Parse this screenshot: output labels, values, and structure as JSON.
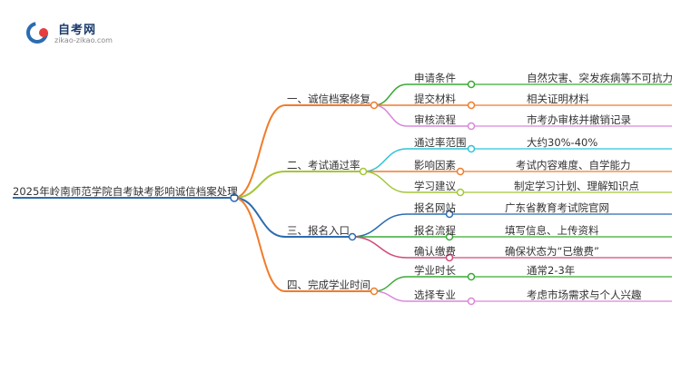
{
  "brand": {
    "name": "自考网",
    "url_text": "zikao-zikao.com",
    "colors": {
      "blue": "#2b6cb0",
      "red": "#e53e3e",
      "navy": "#1a3a6b"
    }
  },
  "root": {
    "label": "2025年岭南师范学院自考缺考影响诚信档案处理"
  },
  "branches": [
    {
      "label": "一、诚信档案修复",
      "color": "#f07c2a",
      "children": [
        {
          "label": "申请条件",
          "detail": "自然灾害、突发疾病等不可抗力",
          "color": "#3aaa35"
        },
        {
          "label": "提交材料",
          "detail": "相关证明材料",
          "color": "#f07c2a"
        },
        {
          "label": "审核流程",
          "detail": "市考办审核并撤销记录",
          "color": "#d987d8"
        }
      ]
    },
    {
      "label": "二、考试通过率",
      "color": "#a4c639",
      "children": [
        {
          "label": "通过率范围",
          "detail": "大约30%-40%",
          "color": "#2ec4d6"
        },
        {
          "label": "影响因素",
          "detail": "考试内容难度、自学能力",
          "color": "#f07c2a"
        },
        {
          "label": "学习建议",
          "detail": "制定学习计划、理解知识点",
          "color": "#a4c639"
        }
      ]
    },
    {
      "label": "三、报名入口",
      "color": "#2b6cb0",
      "children": [
        {
          "label": "报名网站",
          "detail": "广东省教育考试院官网",
          "color": "#2b6cb0"
        },
        {
          "label": "报名流程",
          "detail": "填写信息、上传资料",
          "color": "#3aaa35"
        },
        {
          "label": "确认缴费",
          "detail": "确保状态为“已缴费”",
          "color": "#d04a7a"
        }
      ]
    },
    {
      "label": "四、完成学业时间",
      "color": "#f07c2a",
      "children": [
        {
          "label": "学业时长",
          "detail": "通常2-3年",
          "color": "#3aaa35"
        },
        {
          "label": "选择专业",
          "detail": "考虑市场需求与个人兴趣",
          "color": "#d987d8"
        }
      ]
    }
  ]
}
